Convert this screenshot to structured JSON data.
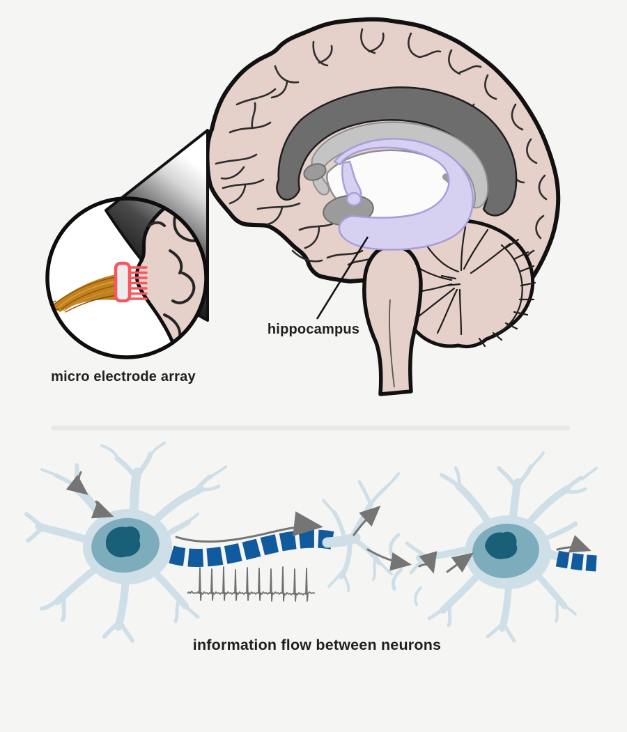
{
  "figure": {
    "title": "brain recording and neural signaling diagram",
    "top_panel": {
      "magnifier_label": "micro electrode array",
      "brain_region_label": "hippocampus"
    },
    "bottom_panel": {
      "caption": "information flow between neurons"
    },
    "palette": {
      "background": "#f5f5f4",
      "brain_pink": "#e5d0ca",
      "outline_black": "#111111",
      "corpus_callosum_gray": "#6d6d6d",
      "fornix_light_gray": "#c4c4c4",
      "ventricle_white": "#fbfbfb",
      "thalamus_gray": "#9b9b9b",
      "hippocampus_purple": "#d7d1f1",
      "purple_outline": "#a79dd8",
      "electrode_red": "#f7565e",
      "wire_orange": "#c28120",
      "neuron_body_blue": "#cfdfe7",
      "soma_teal": "#7dadbc",
      "nucleus_dark_teal": "#1a5f78",
      "myelin_blue": "#105a9d",
      "arrow_gray": "#757575",
      "divider_gray": "#e8e8e8",
      "label_text": "#1f1f1f"
    }
  }
}
